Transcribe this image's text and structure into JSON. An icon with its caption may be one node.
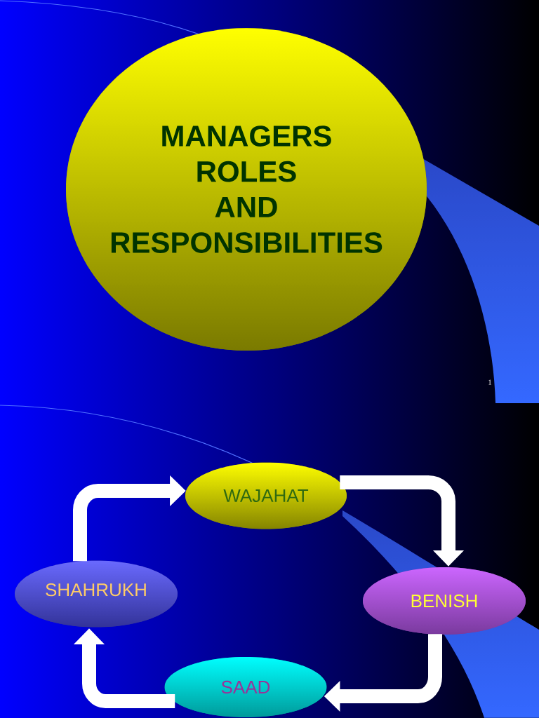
{
  "diagram": {
    "nodes": [
      {
        "text": [
          "MANAGERS ROLES AND RESPONSIBILITIES"
        ]
      },
      {
        "text": [
          "WAJAHAT"
        ]
      },
      {
        "text": [
          "BENISH"
        ]
      },
      {
        "text": [
          "SAAD"
        ]
      },
      {
        "text": [
          "SHAHRUKH"
        ]
      }
    ],
    "edges": [
      {
        "from": 1,
        "to": 2,
        "arrow": "to"
      },
      {
        "from": 2,
        "to": 3,
        "arrow": "to"
      },
      {
        "from": 3,
        "to": 4,
        "arrow": "to"
      },
      {
        "from": 4,
        "to": 1,
        "arrow": "to"
      }
    ],
    "labels": [
      "1"
    ]
  }
}
